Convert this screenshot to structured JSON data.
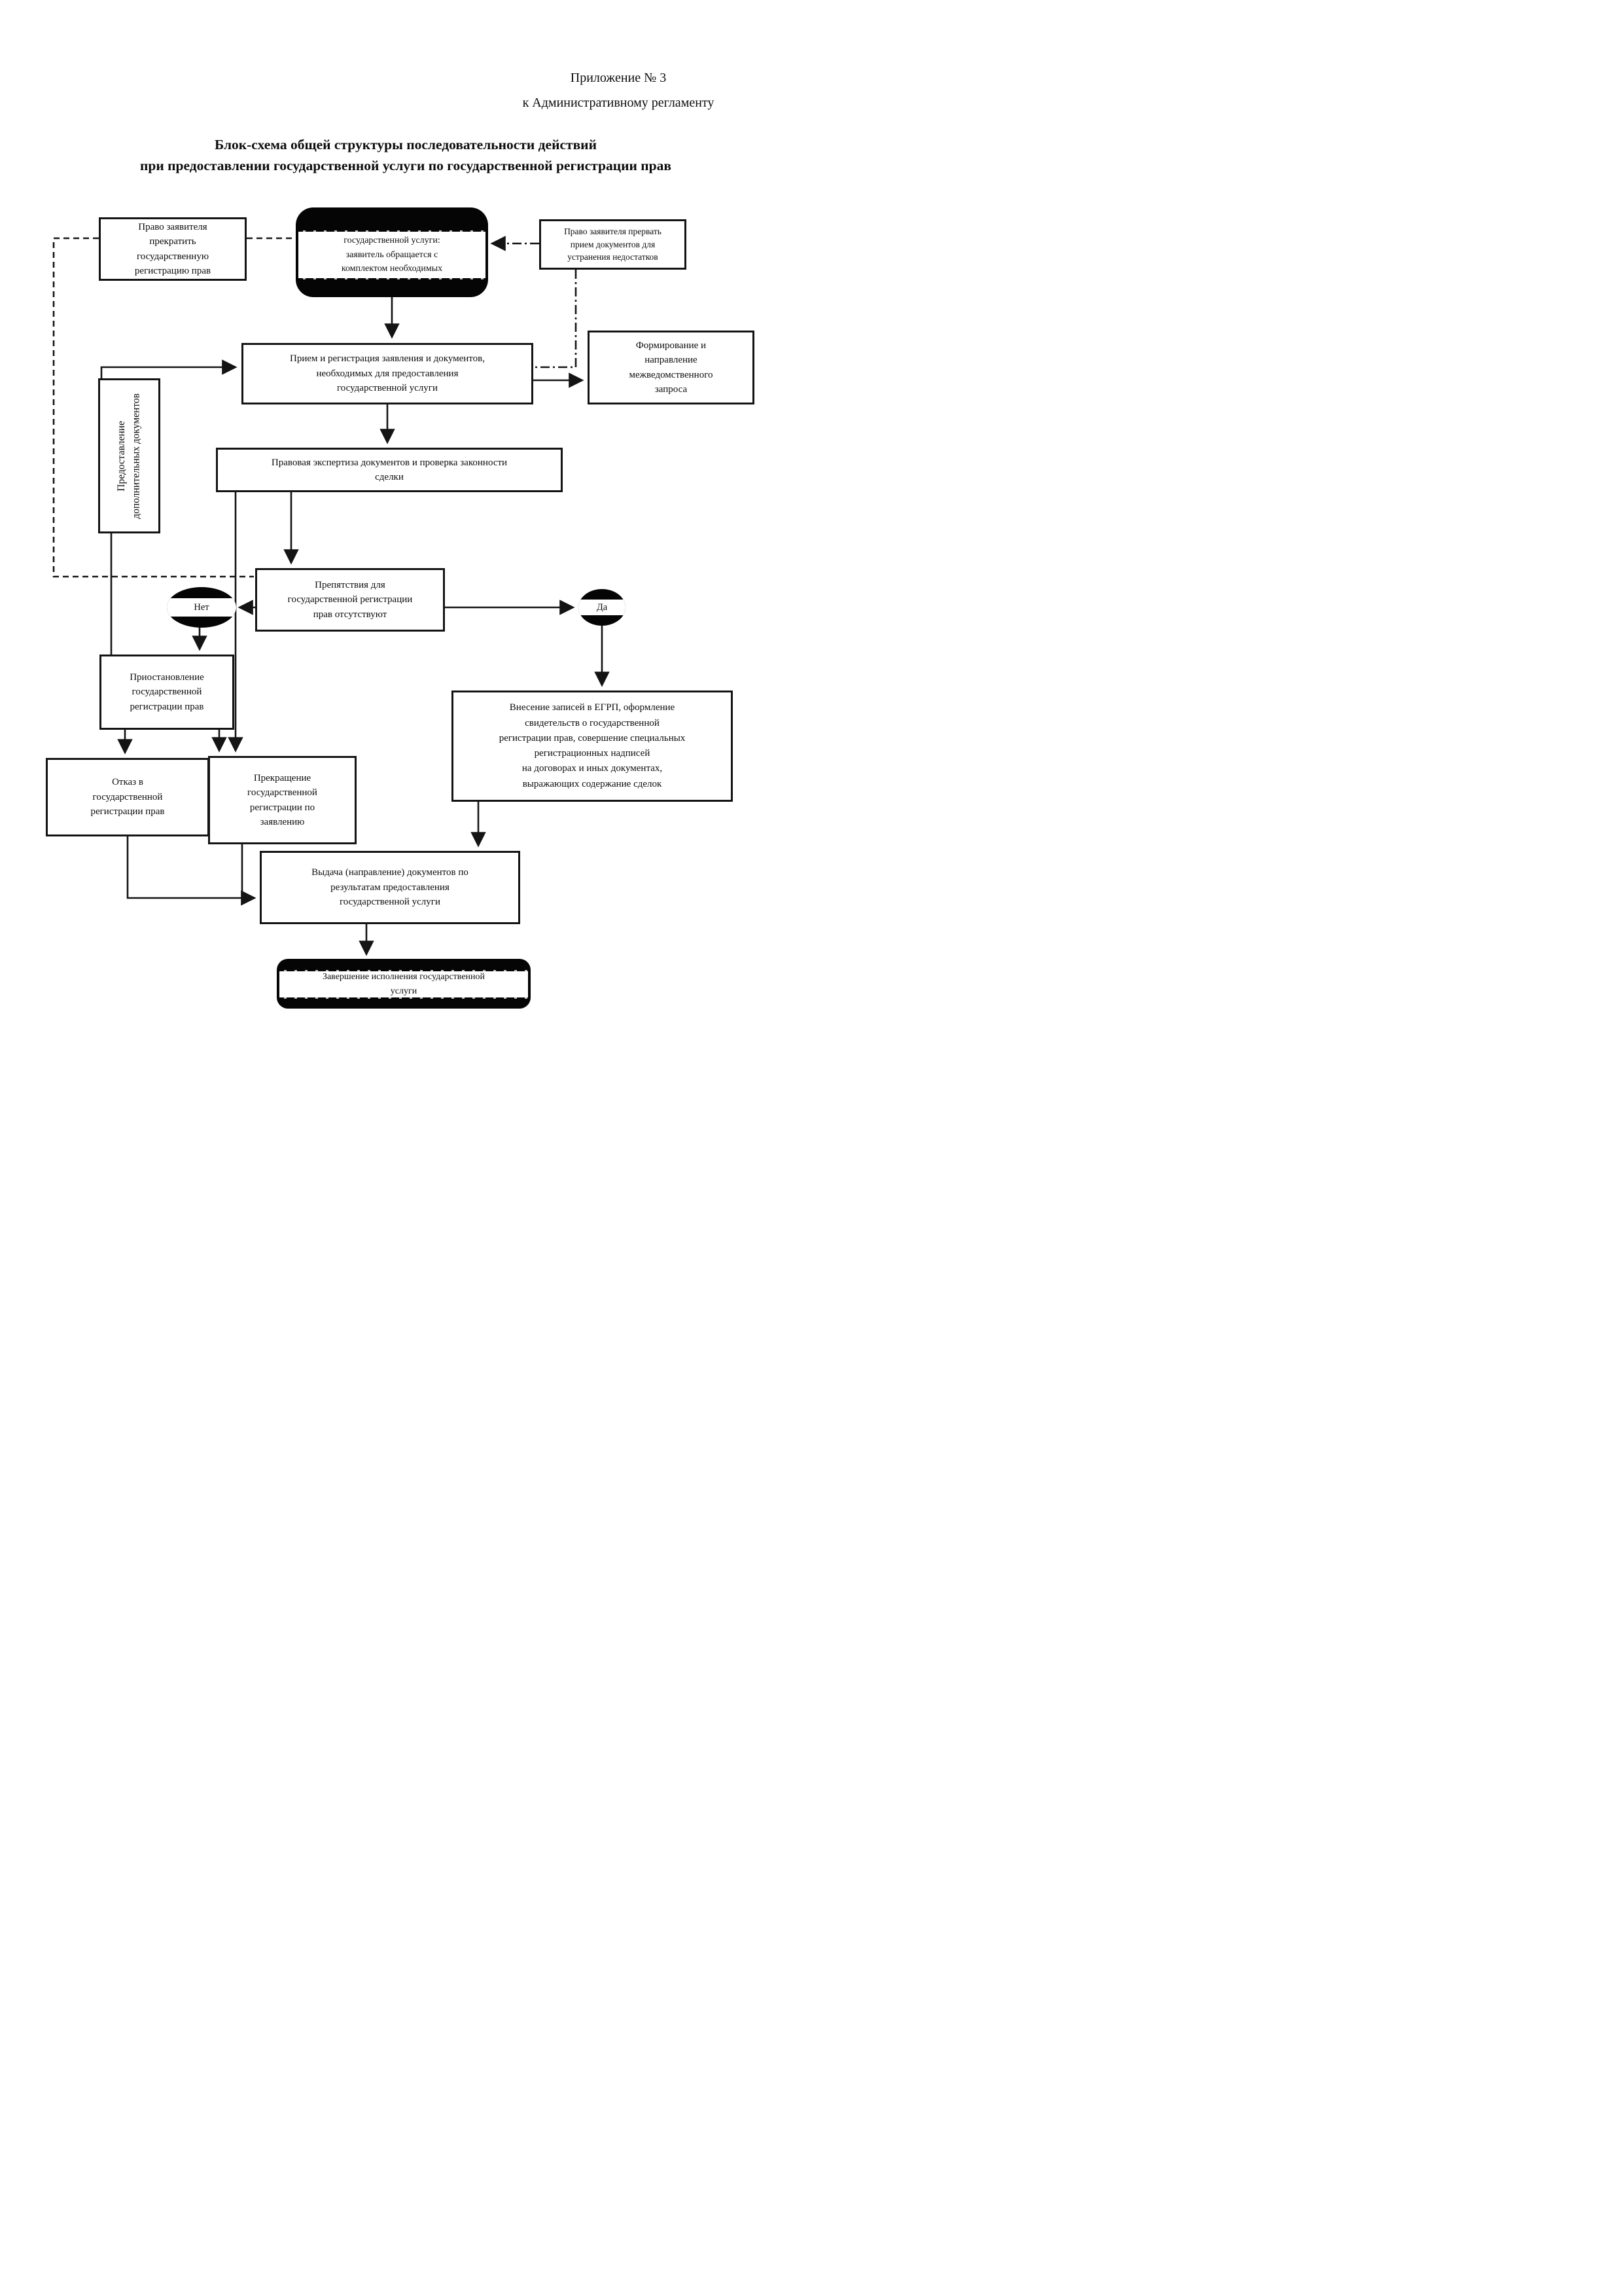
{
  "page": {
    "header": "Приложение № 3\nк Административному регламенту",
    "title": "Блок-схема общей структуры последовательности действий\nпри предоставлении государственной услуги по государственной регистрации прав"
  },
  "colors": {
    "line": "#141414",
    "terminal_fill": "#050505",
    "paper": "#ffffff"
  },
  "nodes": {
    "start": {
      "label": "государственной услуги:\nзаявитель обращается с\nкомплектом необходимых",
      "shape": "terminal"
    },
    "claimant_stop": {
      "label": "Право заявителя\nпрекратить\nгосударственную\nрегистрацию прав",
      "shape": "rect"
    },
    "claimant_interrupt": {
      "label": "Право заявителя прервать\nприем документов для\nустранения недостатков",
      "shape": "rect"
    },
    "reception": {
      "label": "Прием и регистрация заявления и документов,\nнеобходимых для предоставления\nгосударственной услуги",
      "shape": "rect"
    },
    "interagency": {
      "label": "Формирование и\nнаправление\nмежведомственного\nзапроса",
      "shape": "rect"
    },
    "additional_docs": {
      "label": "Предоставление\nдополнительных документов",
      "shape": "rect-vertical"
    },
    "expertise": {
      "label": "Правовая экспертиза документов и проверка законности\nсделки",
      "shape": "rect"
    },
    "decision": {
      "label": "Препятствия для\nгосударственной регистрации\nправ отсутствуют",
      "shape": "rect"
    },
    "no": {
      "label": "Нет",
      "shape": "ellipse"
    },
    "yes": {
      "label": "Да",
      "shape": "ellipse"
    },
    "suspension": {
      "label": "Приостановление\nгосударственной\nрегистрации прав",
      "shape": "rect"
    },
    "refusal": {
      "label": "Отказ в\nгосударственной\nрегистрации прав",
      "shape": "rect"
    },
    "termination": {
      "label": "Прекращение\nгосударственной\nрегистрации по\nзаявлению",
      "shape": "rect"
    },
    "egrp": {
      "label": "Внесение записей в ЕГРП, оформление\nсвидетельств о государственной\nрегистрации прав, совершение специальных\nрегистрационных надписей\nна договорах и иных документах,\nвыражающих содержание сделок",
      "shape": "rect"
    },
    "issuance": {
      "label": "Выдача (направление) документов по\nрезультатам предоставления\nгосударственной услуги",
      "shape": "rect"
    },
    "end": {
      "label": "Завершение исполнения государственной\nуслуги",
      "shape": "terminal"
    }
  }
}
